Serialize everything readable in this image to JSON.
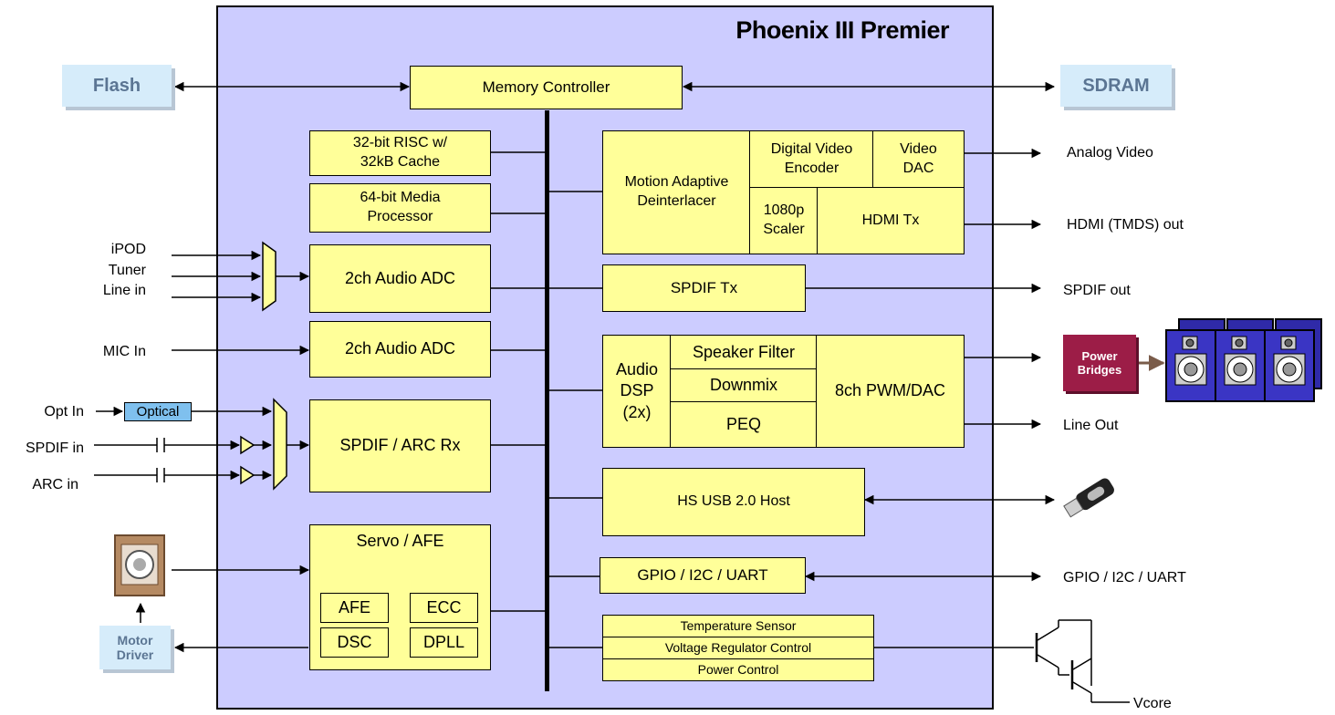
{
  "title": "Phoenix III Premier",
  "external": {
    "flash": "Flash",
    "sdram": "SDRAM",
    "motor_driver": "Motor\nDriver",
    "power_bridges": "Power\nBridges",
    "optical": "Optical"
  },
  "blocks": {
    "memory_controller": "Memory Controller",
    "risc": "32-bit RISC w/\n32kB Cache",
    "media_processor": "64-bit Media\nProcessor",
    "audio_adc_1": "2ch Audio ADC",
    "audio_adc_2": "2ch Audio ADC",
    "spdif_arc_rx": "SPDIF / ARC Rx",
    "servo_afe": "Servo / AFE",
    "afe": "AFE",
    "ecc": "ECC",
    "dsc": "DSC",
    "dpll": "DPLL",
    "motion_adaptive": "Motion Adaptive\nDeinterlacer",
    "digital_video_encoder": "Digital Video\nEncoder",
    "video_dac": "Video\nDAC",
    "scaler": "1080p\nScaler",
    "hdmi_tx": "HDMI Tx",
    "spdif_tx": "SPDIF Tx",
    "audio_dsp": "Audio\nDSP\n(2x)",
    "speaker_filter": "Speaker Filter",
    "downmix": "Downmix",
    "peq": "PEQ",
    "pwm_dac": "8ch PWM/DAC",
    "usb_host": "HS USB 2.0 Host",
    "gpio_block": "GPIO / I2C / UART",
    "temp_sensor": "Temperature Sensor",
    "voltage_reg": "Voltage Regulator Control",
    "power_control": "Power Control"
  },
  "inputs": {
    "analog_sources": "iPOD\nTuner\nLine in",
    "mic": "MIC In",
    "opt": "Opt In",
    "spdif": "SPDIF in",
    "arc": "ARC in"
  },
  "outputs": {
    "analog_video": "Analog Video",
    "hdmi": "HDMI (TMDS) out",
    "spdif": "SPDIF out",
    "line_out": "Line Out",
    "gpio": "GPIO / I2C / UART",
    "vcore": "Vcore"
  },
  "colors": {
    "chip_bg": "#ccccff",
    "block_fill": "#ffff99",
    "external_fill": "#d6ecfa",
    "power_bridges": "#9c1d47",
    "speaker": "#2f2aa8"
  }
}
